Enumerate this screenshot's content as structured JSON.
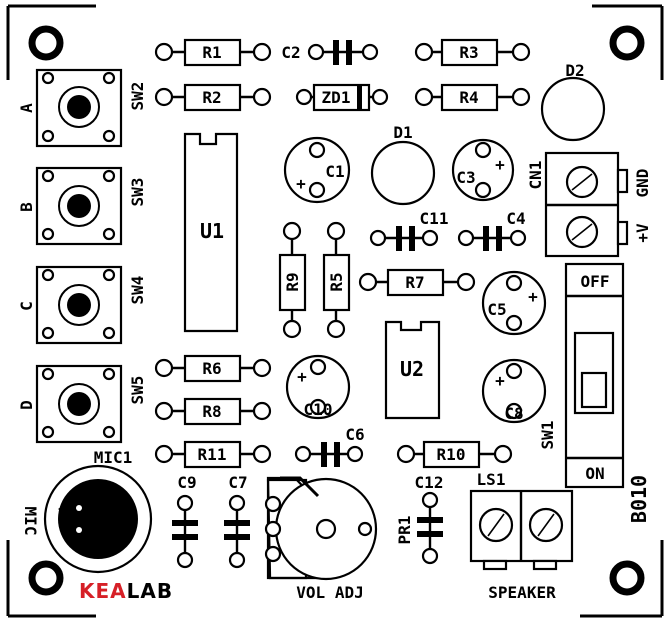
{
  "board": {
    "code": "B010",
    "brand": {
      "red": "KEA",
      "black": "LAB",
      "red_color": "#d62027",
      "black_color": "#000000"
    }
  },
  "resistors": [
    "R1",
    "R2",
    "R3",
    "R4",
    "R6",
    "R7",
    "R8",
    "R9",
    "R5",
    "R10",
    "R11"
  ],
  "caps": {
    "C1": "C1",
    "C2": "C2",
    "C3": "C3",
    "C4": "C4",
    "C5": "C5",
    "C6": "C6",
    "C7": "C7",
    "C8": "C8",
    "C9": "C9",
    "C10": "C10",
    "C11": "C11",
    "C12": "C12"
  },
  "labels": {
    "zd1": "ZD1",
    "d1": "D1",
    "d2": "D2",
    "u1": "U1",
    "u2": "U2",
    "sw1": "SW1",
    "sw2": "SW2",
    "sw3": "SW3",
    "sw4": "SW4",
    "sw5": "SW5",
    "btn_a": "A",
    "btn_b": "B",
    "btn_c": "C",
    "btn_d": "D",
    "cn1": "CN1",
    "gnd": "GND",
    "vplus": "+V",
    "off": "OFF",
    "on": "ON",
    "mic1": "MIC1",
    "mic": "MIC",
    "pr1": "PR1",
    "vol_adj": "VOL ADJ",
    "ls1": "LS1",
    "speaker": "SPEAKER",
    "plus": "+"
  }
}
